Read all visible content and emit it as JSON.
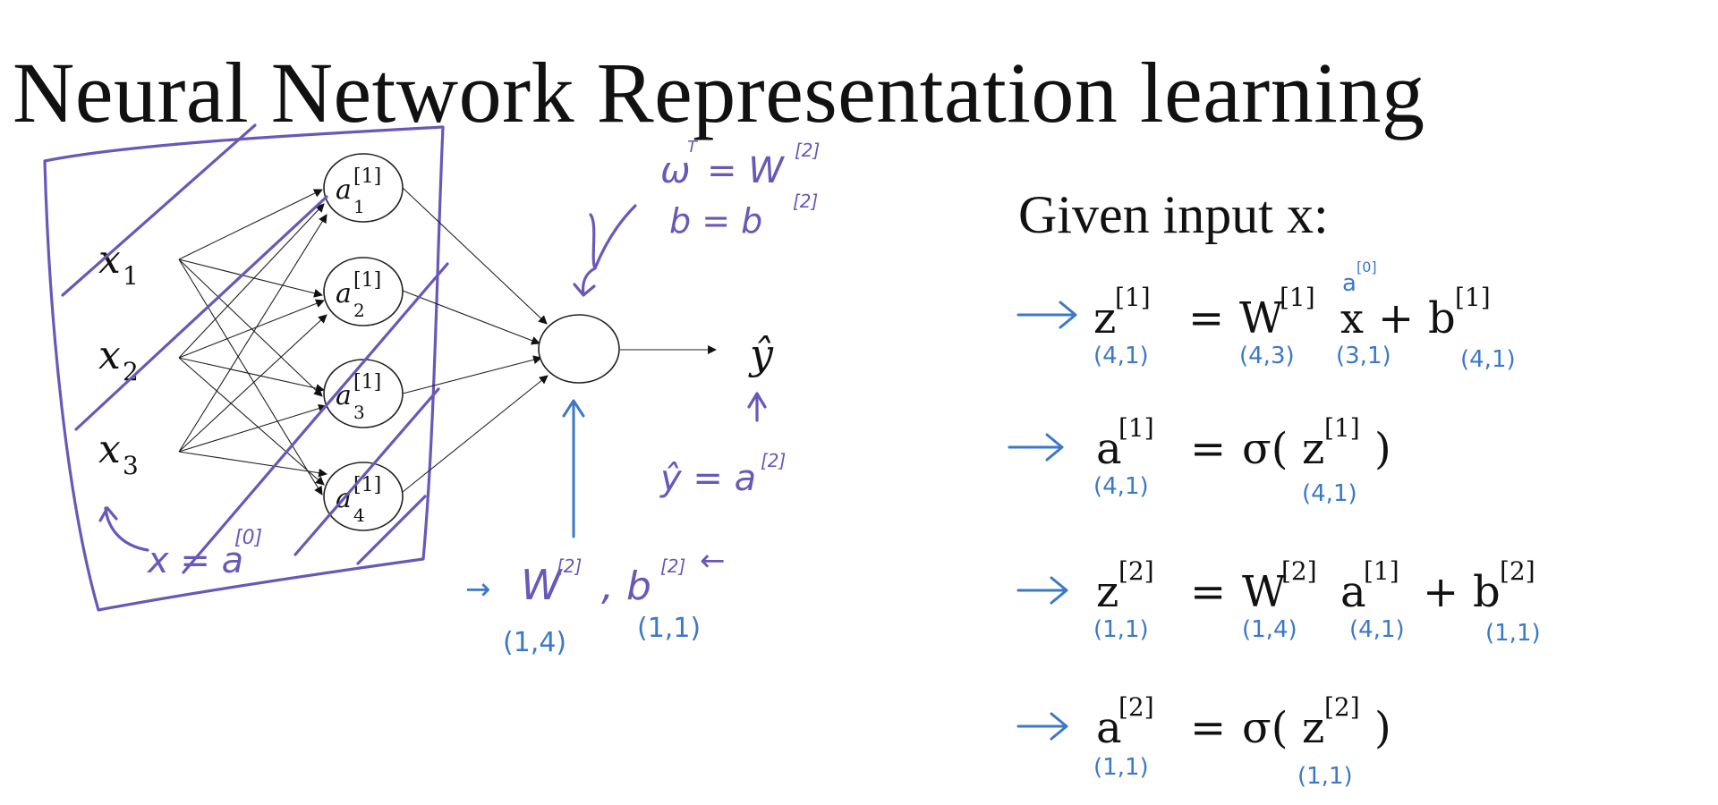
{
  "title": "Neural Network Representation learning",
  "given": "Given input x:",
  "inputs": [
    "x",
    "x",
    "x"
  ],
  "input_subs": [
    "1",
    "2",
    "3"
  ],
  "hidden": {
    "letter": "a",
    "sup": "[1]",
    "subs": [
      "1",
      "2",
      "3",
      "4"
    ]
  },
  "output": "ŷ",
  "notes": {
    "wt": "ω",
    "wt_sup": "T",
    "wt_eq": "= W",
    "wt_eq_sup": "[2]",
    "b": "b = b",
    "b_sup": "[2]",
    "yhat": "ŷ = a",
    "yhat_sup": "[2]",
    "x_a0": "x = a",
    "x_a0_sup": "[0]",
    "w_param": "W",
    "w_param_sup": "[2]",
    "b_param": ", b",
    "b_param_sup": "[2]",
    "w_dim": "(1,4)",
    "b_dim": "(1,1)",
    "arrow_ltr": "→",
    "arrow_rtl": "←"
  },
  "equations": [
    {
      "lhs": "z",
      "lhs_sup": "[1]",
      "eqsign": "=",
      "w": "W",
      "w_sup": "[1]",
      "var": "x",
      "plus": "+",
      "b": "b",
      "b_sup": "[1]",
      "a0_note": "a",
      "a0_sup": "[0]",
      "dims": [
        "(4,1)",
        "(4,3)",
        "(3,1)",
        "(4,1)"
      ]
    },
    {
      "lhs": "a",
      "lhs_sup": "[1]",
      "eqsign": "=",
      "sigma": "σ(",
      "arg": "z",
      "arg_sup": "[1]",
      "close": ")",
      "dims": [
        "(4,1)",
        "(4,1)"
      ]
    },
    {
      "lhs": "z",
      "lhs_sup": "[2]",
      "eqsign": "=",
      "w": "W",
      "w_sup": "[2]",
      "var": "a",
      "var_sup": "[1]",
      "plus": "+",
      "b": "b",
      "b_sup": "[2]",
      "dims": [
        "(1,1)",
        "(1,4)",
        "(4,1)",
        "(1,1)"
      ]
    },
    {
      "lhs": "a",
      "lhs_sup": "[2]",
      "eqsign": "=",
      "sigma": "σ(",
      "arg": "z",
      "arg_sup": "[2]",
      "close": ")",
      "dims": [
        "(1,1)",
        "(1,1)"
      ]
    }
  ]
}
